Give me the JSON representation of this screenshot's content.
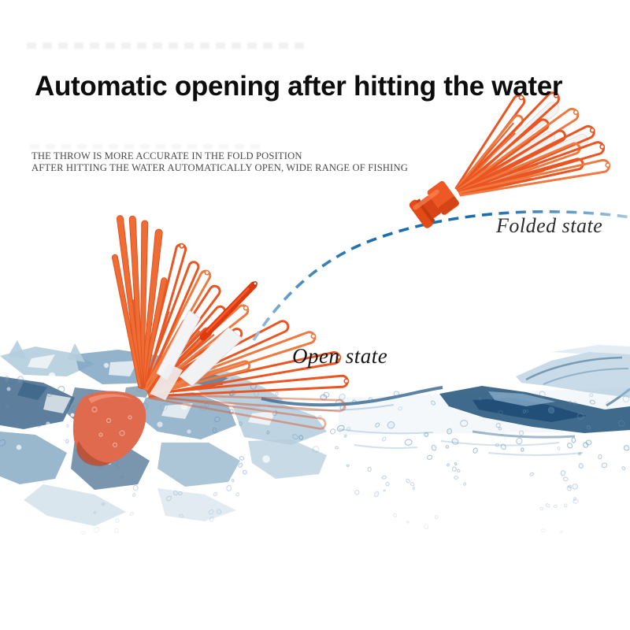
{
  "title": {
    "text": "Automatic opening after hitting the water"
  },
  "caption": {
    "line1": "THE THROW IS MORE ACCURATE IN THE FOLD POSITION",
    "line2": "AFTER HITTING THE WATER AUTOMATICALLY OPEN, WIDE RANGE OF FISHING"
  },
  "annotations": {
    "folded_label": "Folded state",
    "open_label": "Open state"
  },
  "colors": {
    "title_text": "#0d0d0d",
    "caption_text": "#4a4a48",
    "label_text": "#2b2b2b",
    "accent_orange": "#ea5522",
    "deep_orange": "#d53e10",
    "light_orange": "#f0793f",
    "salmon_base": "#df6a4e",
    "trajectory_blue": "#1b6dac",
    "water_light": "#b4cddd",
    "water_mid": "#7fa6c2",
    "water_dark": "#41688c",
    "water_deep": "#2c5a7e"
  }
}
